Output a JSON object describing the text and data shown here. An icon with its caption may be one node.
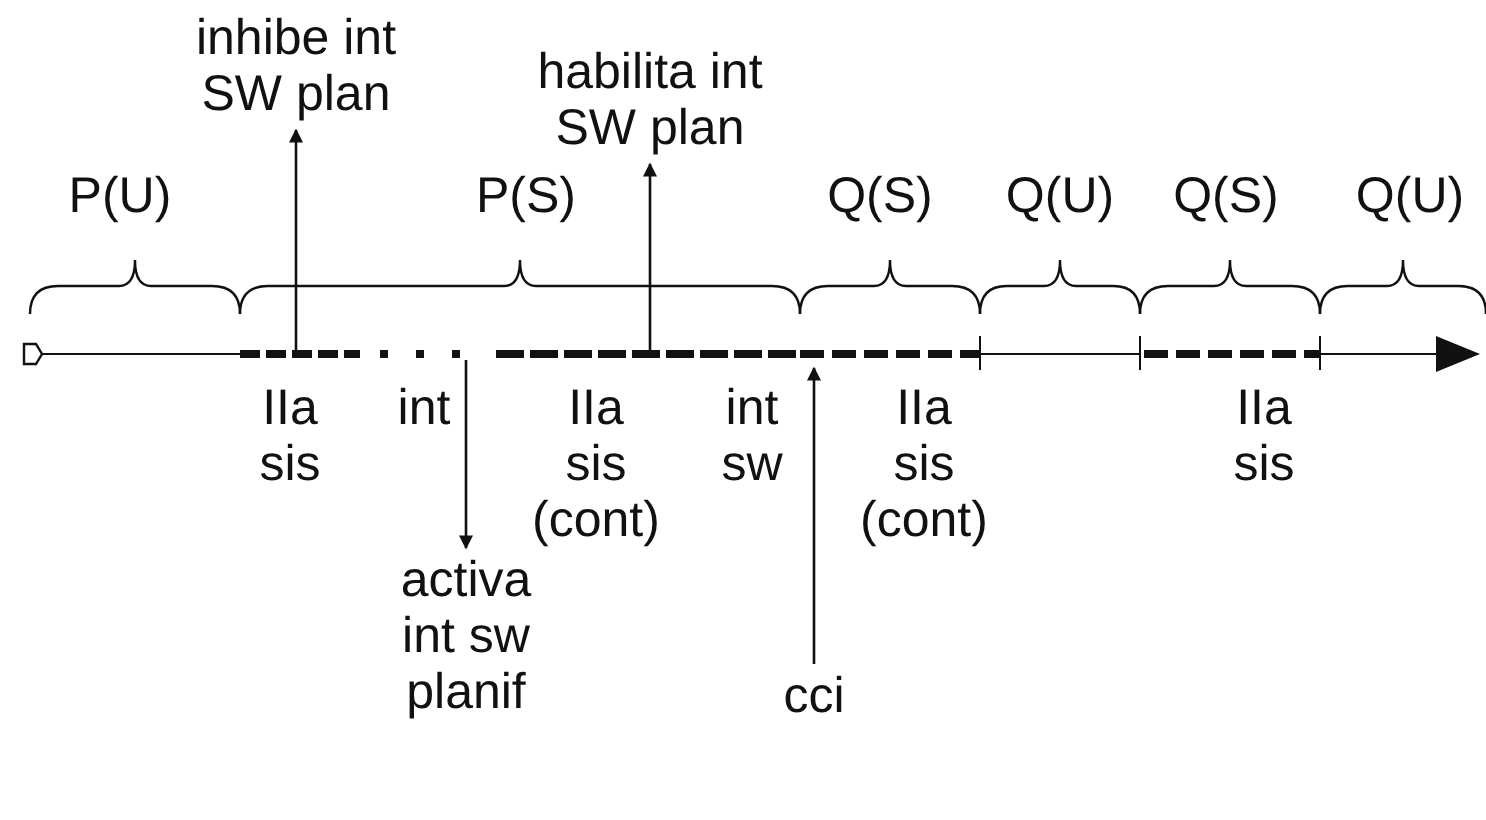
{
  "diagram": {
    "nodes": [
      {
        "text": [
          "inhibe int SW plan"
        ]
      },
      {
        "text": [
          "habilita int SW plan"
        ]
      },
      {
        "text": [
          "activa int sw planif"
        ]
      },
      {
        "text": [
          "cci"
        ]
      }
    ],
    "edges": [
      {
        "from": null,
        "to": 0,
        "arrow": "to"
      },
      {
        "from": null,
        "to": 1,
        "arrow": "to"
      },
      {
        "from": null,
        "to": 2,
        "arrow": "to"
      },
      {
        "from": 3,
        "to": null,
        "arrow": "to"
      }
    ],
    "labels": [
      "P(U)",
      "P(S)",
      "Q(S)",
      "Q(U)",
      "Q(S)",
      "Q(U)",
      "IIa sis",
      "int",
      "IIa sis (cont)",
      "int sw",
      "IIa sis (cont)",
      "IIa sis"
    ]
  }
}
